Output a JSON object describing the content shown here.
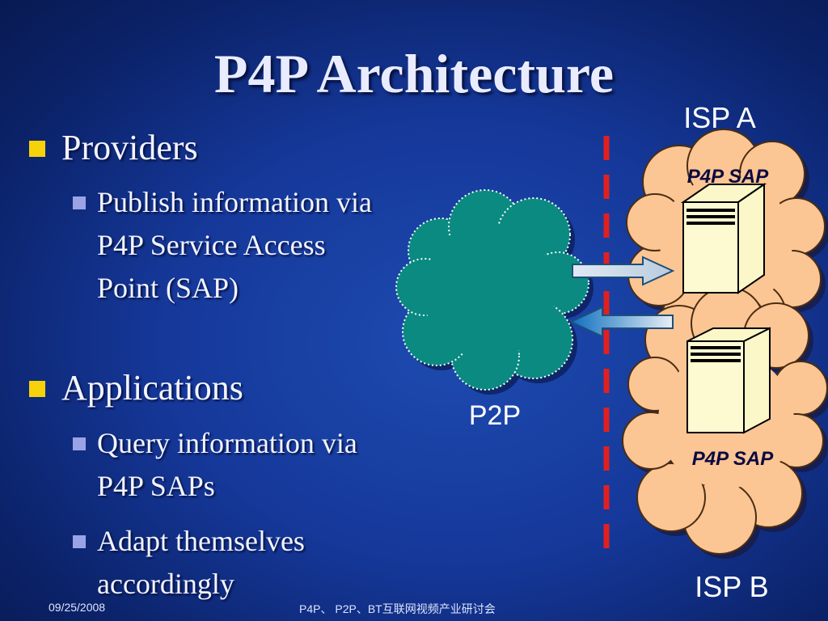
{
  "slide": {
    "title": "P4P Architecture",
    "bullets": [
      {
        "text": "Providers",
        "sub": [
          "Publish information via P4P Service Access Point (SAP)"
        ]
      },
      {
        "text": "Applications",
        "sub": [
          "Query information via P4P SAPs",
          "Adapt themselves accordingly"
        ]
      }
    ],
    "diagram": {
      "isp_a_label": "ISP A",
      "isp_b_label": "ISP B",
      "p2p_label": "P2P",
      "sap_top_label": "P4P SAP",
      "sap_bottom_label": "P4P SAP"
    },
    "footer": {
      "date": "09/25/2008",
      "center": "P4P、 P2P、BT互联网视频产业研讨会"
    }
  },
  "colors": {
    "bullet_l1": "#f5d20a",
    "bullet_l2": "#9aa3e6",
    "isp_cloud": "#fcc594",
    "p2p_cloud": "#0a8a80",
    "divider": "#e02020"
  }
}
